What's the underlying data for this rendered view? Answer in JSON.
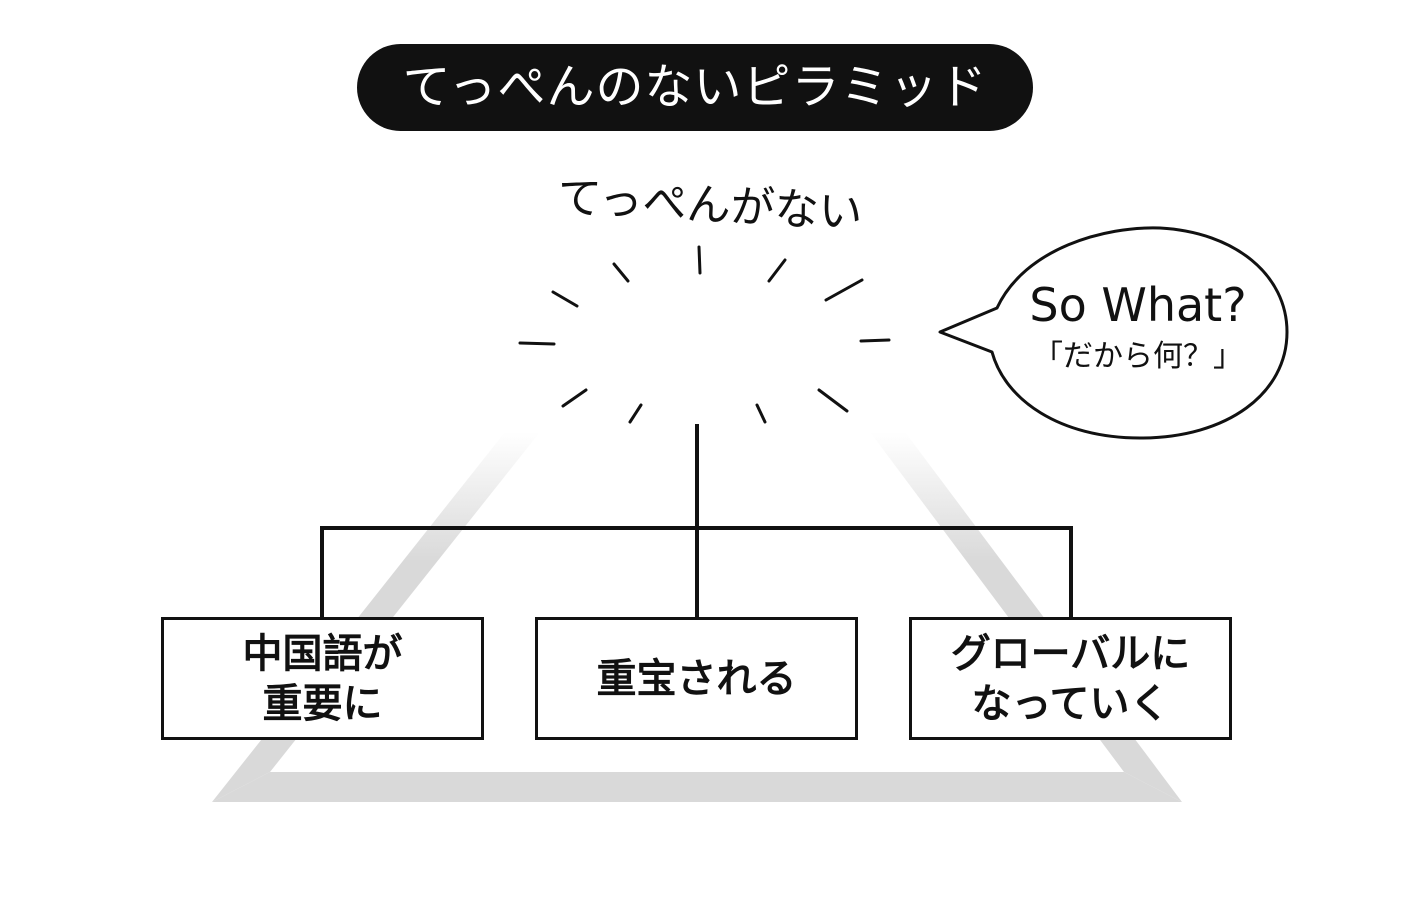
{
  "title": "てっぺんのないピラミッド",
  "apex_label": "てっぺんがない",
  "speech_bubble": {
    "main": "So What?",
    "sub": "「だから何？」"
  },
  "boxes": [
    {
      "label": "中国語が\n重要に"
    },
    {
      "label": "重宝される"
    },
    {
      "label": "グローバルに\nなっていく"
    }
  ],
  "colors": {
    "ink": "#111111",
    "pyramid": "#d9d9d9",
    "background": "#ffffff"
  }
}
